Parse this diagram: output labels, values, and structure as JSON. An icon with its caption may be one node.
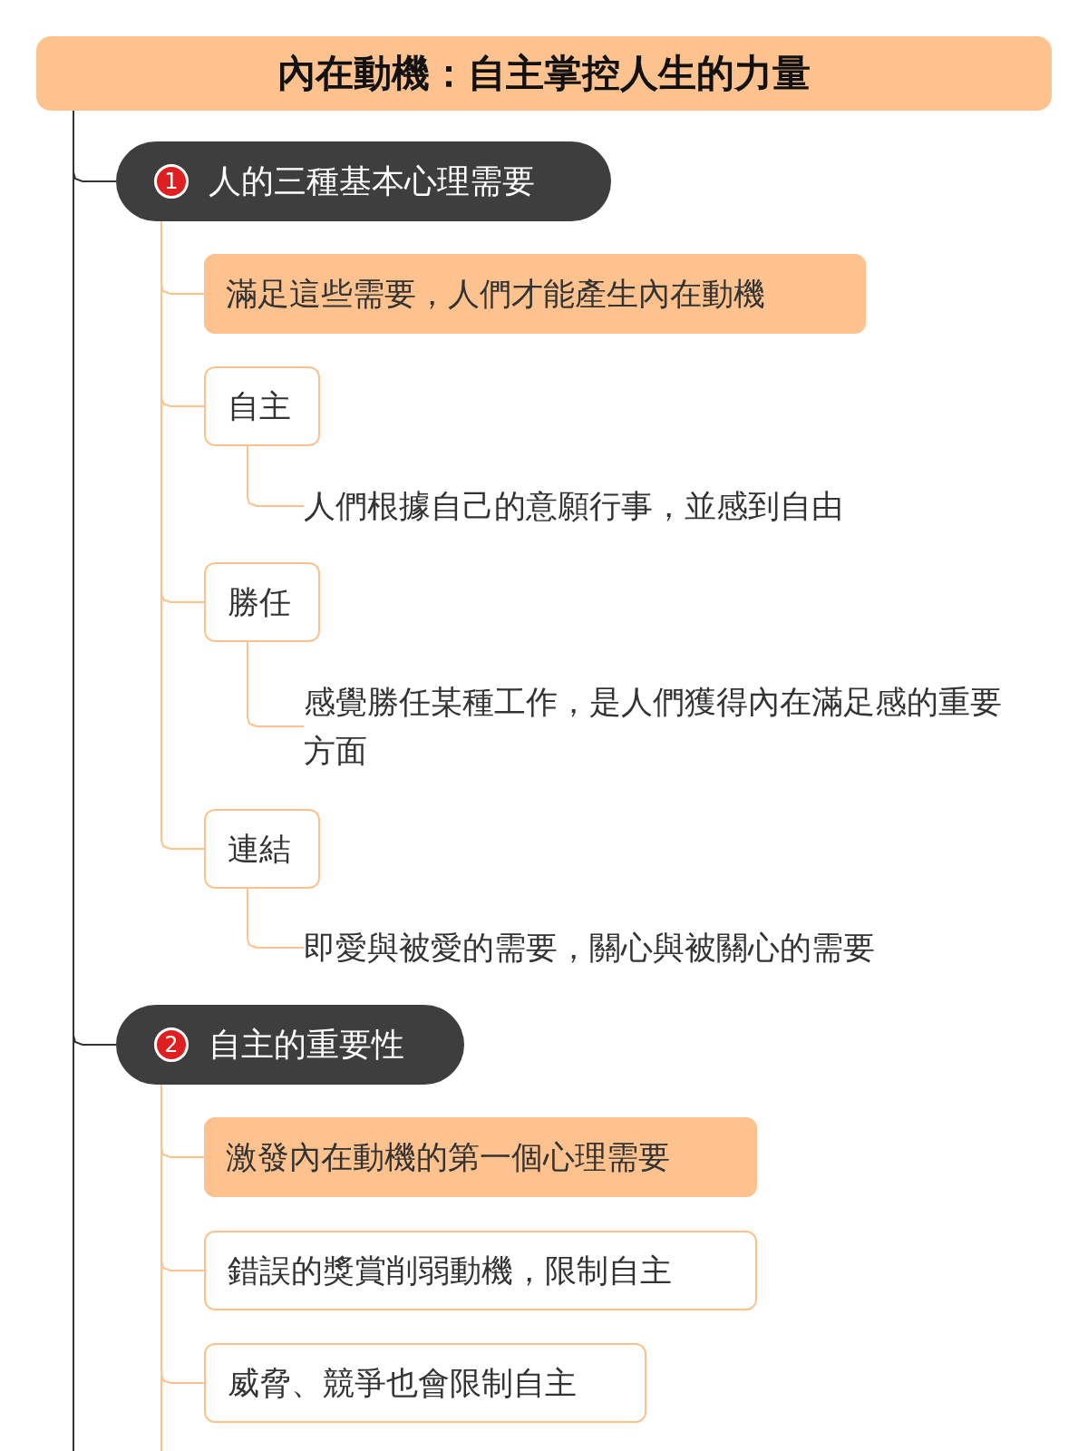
{
  "diagram": {
    "nodes": [
      {
        "text": [
          "內在動機：自主掌控人生的力量"
        ]
      },
      {
        "text": [
          "1",
          "人的三種基本心理需要"
        ]
      },
      {
        "text": [
          "滿足這些需要，人們才能產生內在動機"
        ]
      },
      {
        "text": [
          "自主"
        ]
      },
      {
        "text": [
          "人們根據自己的意願行事，並感到自由"
        ]
      },
      {
        "text": [
          "勝任"
        ]
      },
      {
        "text": [
          "感覺勝任某種工作，是人們獲得內在滿足感的重要方面"
        ]
      },
      {
        "text": [
          "連結"
        ]
      },
      {
        "text": [
          "即愛與被愛的需要，關心與被關心的需要"
        ]
      },
      {
        "text": [
          "2",
          "自主的重要性"
        ]
      },
      {
        "text": [
          "激發內在動機的第一個心理需要"
        ]
      },
      {
        "text": [
          "錯誤的獎賞削弱動機，限制自主"
        ]
      },
      {
        "text": [
          "威脅、競爭也會限制自主"
        ]
      }
    ],
    "edges": [
      {
        "from": 0,
        "to": 1,
        "arrow": "none",
        "color": "#333333"
      },
      {
        "from": 1,
        "to": 2,
        "arrow": "none"
      },
      {
        "from": 1,
        "to": 3,
        "arrow": "none"
      },
      {
        "from": 3,
        "to": 4,
        "arrow": "none"
      },
      {
        "from": 1,
        "to": 5,
        "arrow": "none"
      },
      {
        "from": 5,
        "to": 6,
        "arrow": "none"
      },
      {
        "from": 1,
        "to": 7,
        "arrow": "none"
      },
      {
        "from": 7,
        "to": 8,
        "arrow": "none"
      },
      {
        "from": 0,
        "to": 9,
        "arrow": "none",
        "color": "#333333"
      },
      {
        "from": 9,
        "to": 10,
        "arrow": "none"
      },
      {
        "from": 9,
        "to": 11,
        "arrow": "none"
      },
      {
        "from": 9,
        "to": 12,
        "arrow": "none"
      },
      {
        "from": 0,
        "to": null,
        "arrow": "none",
        "color": "#333333"
      },
      {
        "from": 9,
        "to": null,
        "arrow": "none"
      }
    ]
  }
}
